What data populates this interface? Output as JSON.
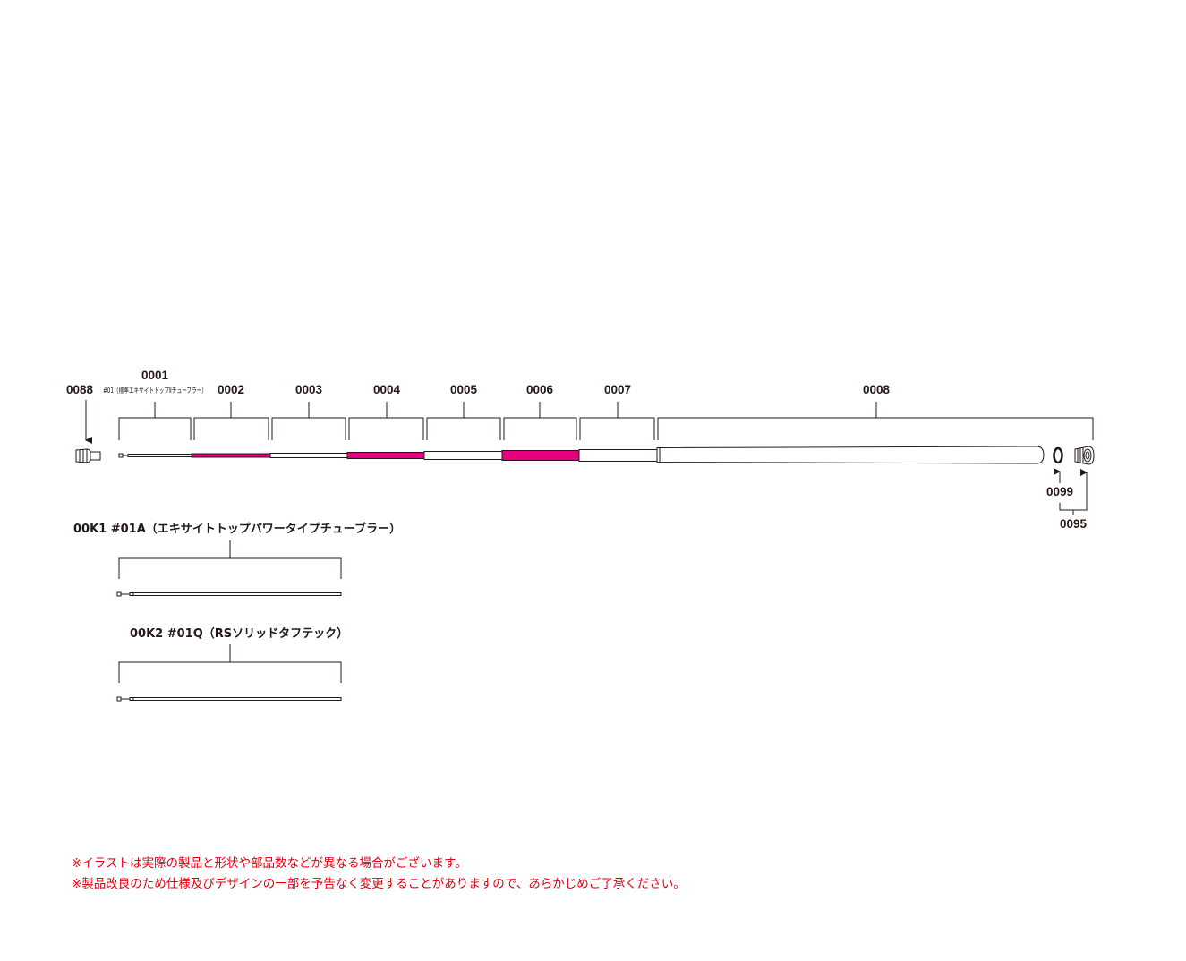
{
  "parts": {
    "p0088": "0088",
    "p0001": "0001",
    "p0001_desc": "#01（標準エキサイトトップⅡチューブラー）",
    "p0002": "0002",
    "p0003": "0003",
    "p0004": "0004",
    "p0005": "0005",
    "p0006": "0006",
    "p0007": "0007",
    "p0008": "0008",
    "p0099": "0099",
    "p0095": "0095"
  },
  "kits": {
    "k1": "00K1 #01A（エキサイトトップパワータイプチューブラー）",
    "k2": "00K2 #01Q（RSソリッドタフテック）"
  },
  "notes": [
    "※イラストは実際の製品と形状や部品数などが異なる場合がございます。",
    "※製品改良のため仕様及びデザインの一部を予告なく変更することがありますので、あらかじめご了承ください。"
  ],
  "colors": {
    "accent_segment": "#e4007f",
    "line": "#231815",
    "note_text": "#e60012"
  }
}
